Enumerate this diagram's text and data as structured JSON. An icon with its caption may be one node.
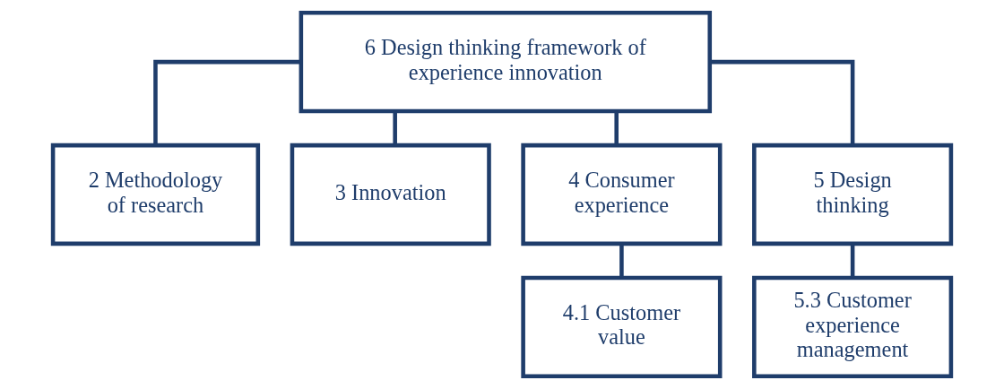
{
  "diagram": {
    "nodes": [
      {
        "text": [
          "6 Design thinking framework of experience innovation"
        ]
      },
      {
        "text": [
          "2 Methodology of research"
        ]
      },
      {
        "text": [
          "3 Innovation"
        ]
      },
      {
        "text": [
          "4 Consumer experience"
        ]
      },
      {
        "text": [
          "5 Design thinking"
        ]
      },
      {
        "text": [
          "4.1 Customer value"
        ]
      },
      {
        "text": [
          "5.3 Customer experience management"
        ]
      }
    ],
    "edges": [
      {
        "from": 0,
        "to": 1,
        "arrow": "none"
      },
      {
        "from": 0,
        "to": 2,
        "arrow": "none"
      },
      {
        "from": 0,
        "to": 3,
        "arrow": "none"
      },
      {
        "from": 0,
        "to": 4,
        "arrow": "none"
      },
      {
        "from": 3,
        "to": 5,
        "arrow": "none"
      },
      {
        "from": 4,
        "to": 6,
        "arrow": "none"
      }
    ]
  }
}
